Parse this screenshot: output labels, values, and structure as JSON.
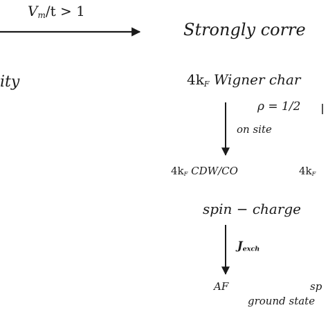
{
  "top_arrow": {
    "numerator": "V",
    "numerator_sub": "m",
    "relation": "/t > 1"
  },
  "left_fragment": "ity",
  "right_title": "Strongly corre",
  "wigner": {
    "prefix": "4k",
    "prefix_sub": "F",
    "text": " Wigner char"
  },
  "rho_label": "ρ = 1/2",
  "onsite_label": "on site",
  "cdw": {
    "prefix": "4k",
    "prefix_sub": "F",
    "text": " CDW/CO"
  },
  "kf_right": {
    "prefix": "4k",
    "prefix_sub": "F"
  },
  "spin_charge": "spin − charge",
  "exchange": {
    "symbol": "J",
    "symbol_sub": "exch"
  },
  "af_label": "AF",
  "sp_label": "sp",
  "ground_label": "ground state"
}
